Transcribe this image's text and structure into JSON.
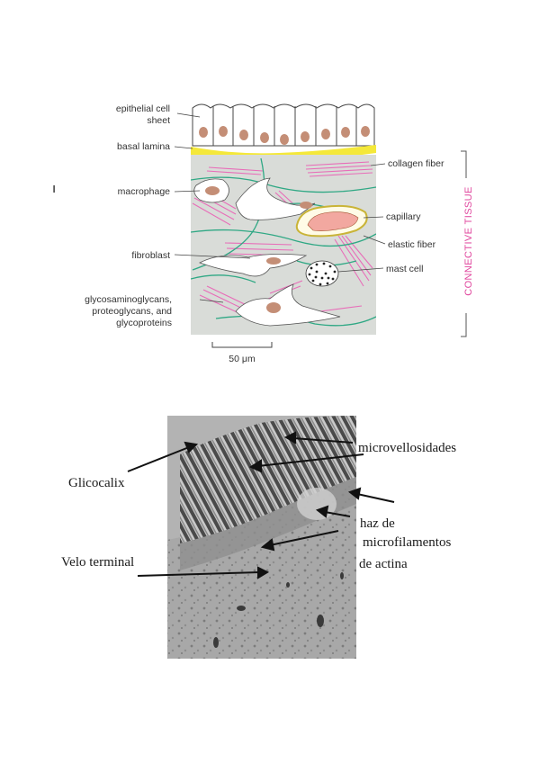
{
  "diagram": {
    "labels_left": {
      "epithelial_line1": "epithelial cell",
      "epithelial_line2": "sheet",
      "basal_lamina": "basal lamina",
      "macrophage": "macrophage",
      "fibroblast": "fibroblast",
      "gag_line1": "glycosaminoglycans,",
      "gag_line2": "proteoglycans, and",
      "gag_line3": "glycoproteins"
    },
    "labels_right": {
      "collagen_fiber": "collagen fiber",
      "capillary": "capillary",
      "elastic_fiber": "elastic fiber",
      "mast_cell": "mast cell"
    },
    "bracket_label": "CONNECTIVE TISSUE",
    "scale_bar": "50 μm",
    "margin_mark": "ı",
    "colors": {
      "collagen": "#e86cb8",
      "elastic": "#2fa884",
      "basal_lamina": "#f4e83a",
      "nucleus": "#c48e76",
      "capillary_fill": "#f2a8a0",
      "background": "#d9dcd8",
      "bracket_text": "#e0479e"
    }
  },
  "micrograph": {
    "labels": {
      "glicocalix": "Glicocalix",
      "microvellosidades": "microvellosidades",
      "haz_line1": "haz de",
      "haz_line2": "microfilamentos",
      "haz_line3": "de actina",
      "velo_terminal": "Velo terminal"
    }
  }
}
